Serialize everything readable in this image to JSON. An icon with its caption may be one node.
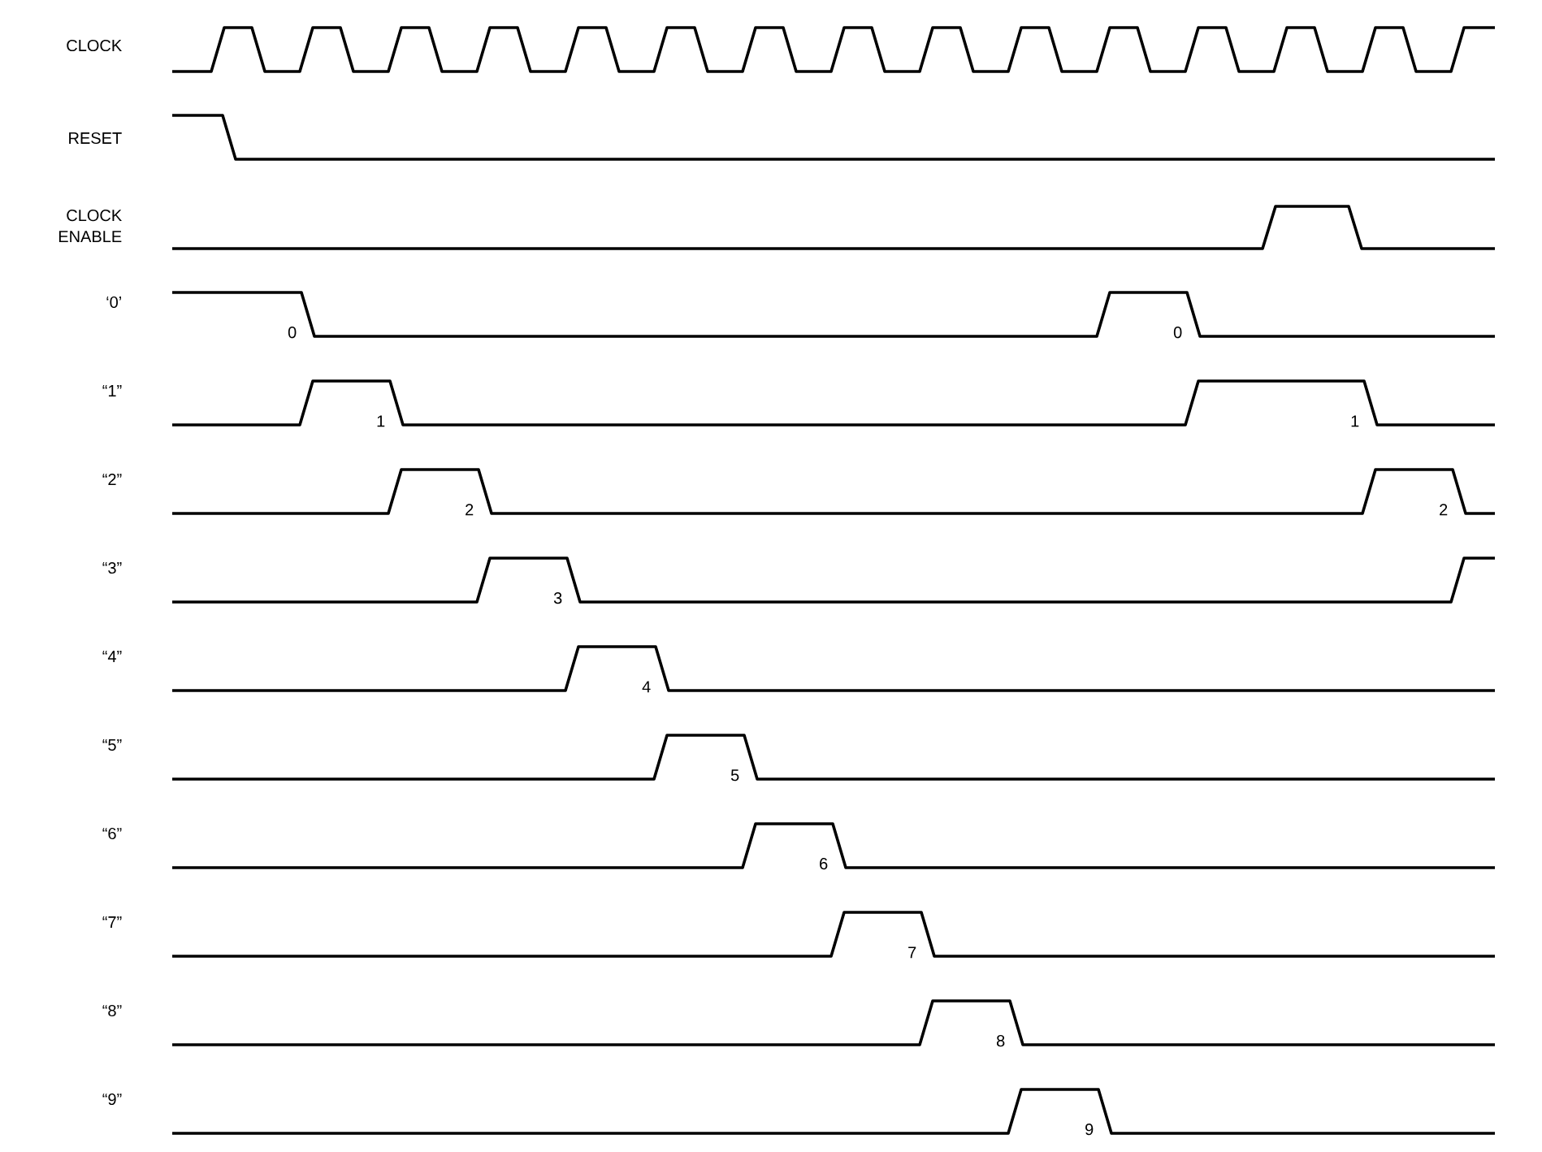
{
  "diagram": {
    "labels": [
      "CLOCK",
      "RESET",
      "CLOCK ENABLE",
      "‘0’",
      "0",
      "0",
      "“1”",
      "1",
      "1",
      "“2”",
      "2",
      "2",
      "“3”",
      "3",
      "“4”",
      "4",
      "“5”",
      "5",
      "“6”",
      "6",
      "“7”",
      "7",
      "“8”",
      "8",
      "“9”",
      "9"
    ]
  }
}
